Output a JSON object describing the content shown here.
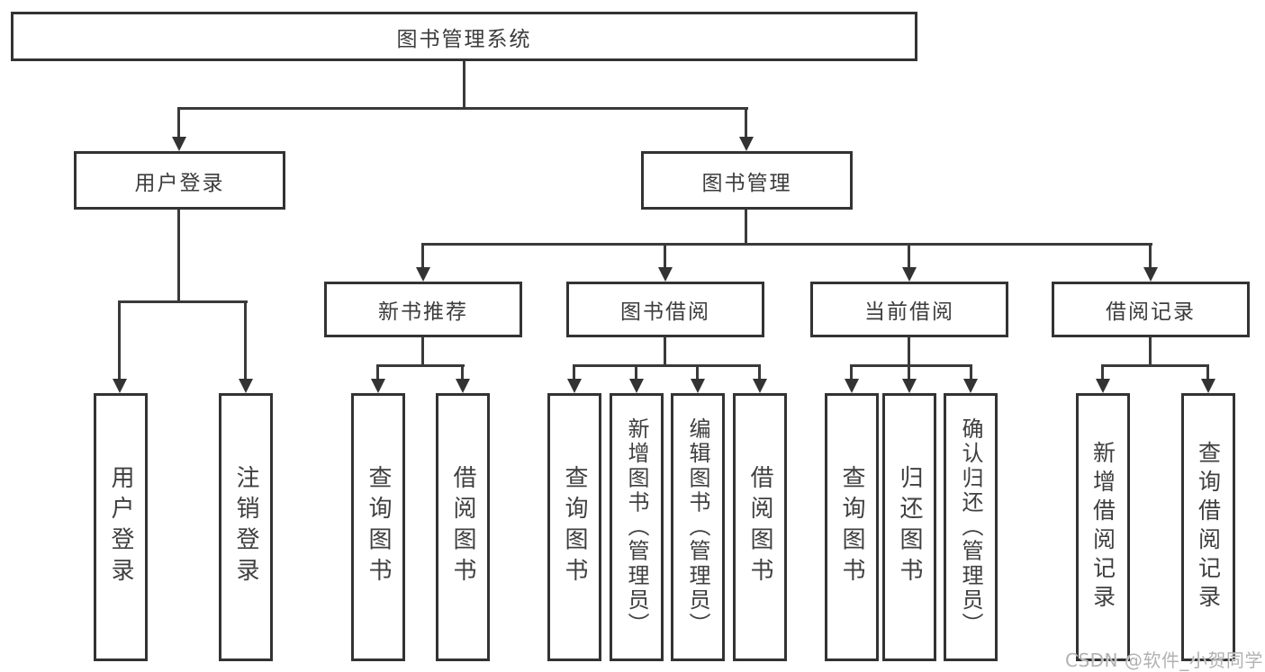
{
  "diagram": {
    "root": {
      "label": "图书管理系统"
    },
    "level1": {
      "user_login": {
        "label": "用户登录"
      },
      "book_management": {
        "label": "图书管理"
      }
    },
    "level2": {
      "new_book_recommend": {
        "label": "新书推荐"
      },
      "book_borrowing": {
        "label": "图书借阅"
      },
      "current_borrowing": {
        "label": "当前借阅"
      },
      "borrowing_records": {
        "label": "借阅记录"
      }
    },
    "leaves": {
      "login": {
        "label": "用户登录"
      },
      "logout": {
        "label": "注销登录"
      },
      "recommend_query_books": {
        "label": "查询图书"
      },
      "recommend_borrow_books": {
        "label": "借阅图书"
      },
      "borrowing_query_books": {
        "label": "查询图书"
      },
      "borrowing_add_books": {
        "label": "新增图书（管理员）"
      },
      "borrowing_edit_books": {
        "label": "编辑图书（管理员）"
      },
      "borrowing_borrow_books": {
        "label": "借阅图书"
      },
      "current_query_books": {
        "label": "查询图书"
      },
      "current_return_books": {
        "label": "归还图书"
      },
      "current_confirm_return": {
        "label": "确认归还（管理员）"
      },
      "records_add_record": {
        "label": "新增借阅记录"
      },
      "records_query_record": {
        "label": "查询借阅记录"
      }
    }
  },
  "watermark": {
    "text": "CSDN @软件_小贺同学"
  },
  "colors": {
    "line": "#3a3a3a",
    "border": "#333333",
    "text": "#3c3c3c",
    "watermark": "#b2b1b4",
    "background": "#ffffff"
  }
}
